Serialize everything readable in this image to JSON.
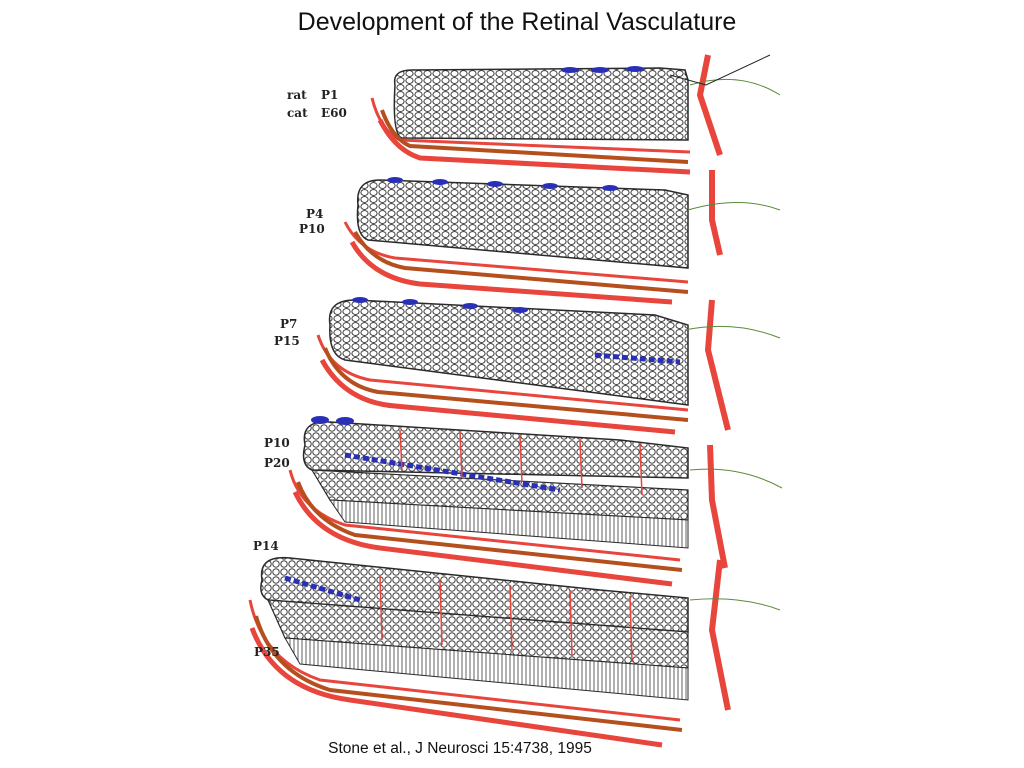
{
  "title": "Development of the Retinal Vasculature",
  "citation": "Stone et al., J Neurosci 15:4738, 1995",
  "stages": [
    {
      "species_labels": [
        "rat",
        "cat"
      ],
      "ages": [
        "P1",
        "E60"
      ]
    },
    {
      "ages": [
        "P4",
        "P10"
      ]
    },
    {
      "ages": [
        "P7",
        "P15"
      ]
    },
    {
      "ages": [
        "P10",
        "P20"
      ]
    },
    {
      "ages": [
        "P14",
        "P35"
      ]
    }
  ],
  "colors": {
    "vessel": "#e8453c",
    "astrocyte": "#2a2fb8",
    "cell_outline": "#2b2b2b",
    "capillary": "#5a8a3a",
    "choroid_dark": "#b5501e"
  }
}
